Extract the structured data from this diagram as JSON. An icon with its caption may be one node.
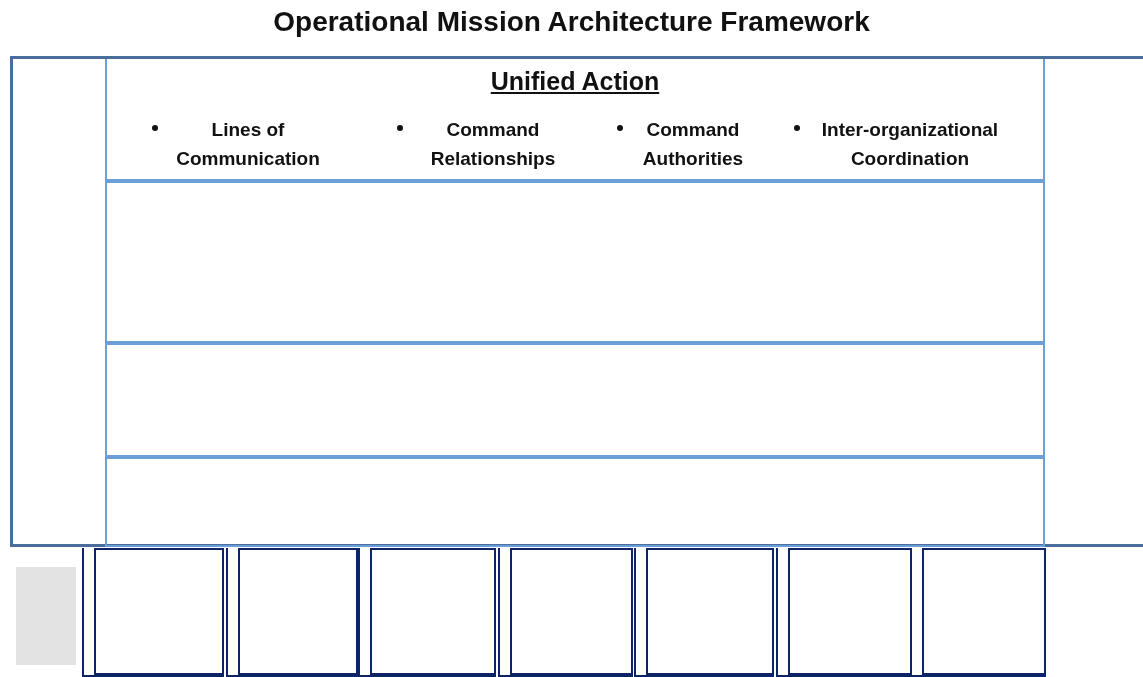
{
  "diagram": {
    "title": "Operational Mission Architecture Framework",
    "nodes": [
      {
        "text": [],
        "shape": "box"
      },
      {
        "text": [
          "Unified Action",
          "Lines of Communication",
          "Command Relationships",
          "Command Authorities",
          "Inter-organizational Coordination"
        ],
        "in": 0
      },
      {
        "text": [],
        "shape": "box",
        "in": 0
      },
      {
        "text": [],
        "shape": "box",
        "in": 0
      },
      {
        "text": [],
        "shape": "box",
        "in": 0
      },
      {
        "text": [],
        "shape": "box"
      },
      {
        "text": [],
        "shape": "box"
      },
      {
        "text": [],
        "shape": "box"
      },
      {
        "text": [],
        "shape": "box"
      },
      {
        "text": [],
        "shape": "box"
      },
      {
        "text": [],
        "shape": "box"
      },
      {
        "text": [],
        "shape": "box"
      },
      {
        "text": [],
        "shape": "box"
      }
    ],
    "edges": []
  }
}
